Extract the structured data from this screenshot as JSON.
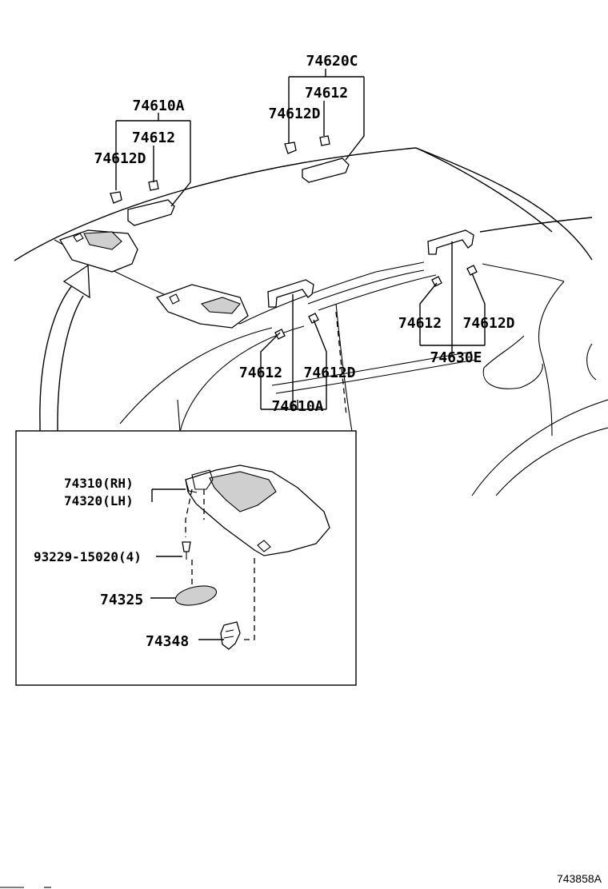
{
  "callouts": {
    "grip_front_left": "74610A",
    "grip_front_left_sub": "74612",
    "grip_front_left_clip": "74612D",
    "grip_rear": "74620C",
    "grip_rear_sub": "74612",
    "grip_rear_clip": "74612D",
    "grip_side_front": "74610A",
    "grip_side_front_sub": "74612",
    "grip_side_front_clip": "74612D",
    "grip_side_rear": "74630E",
    "grip_side_rear_sub": "74612",
    "grip_side_rear_clip": "74612D"
  },
  "detail": {
    "visor_rh": "74310(RH)",
    "visor_lh": "74320(LH)",
    "screw": "93229-15020(4)",
    "cover": "74325",
    "holder": "74348"
  },
  "figure_ref": "743858A",
  "icons": {
    "arrow": "callout-arrow",
    "visor": "sun-visor",
    "grip": "assist-grip"
  },
  "colors": {
    "ink": "#000000",
    "background": "#ffffff",
    "shade": "#cfcfcf"
  }
}
